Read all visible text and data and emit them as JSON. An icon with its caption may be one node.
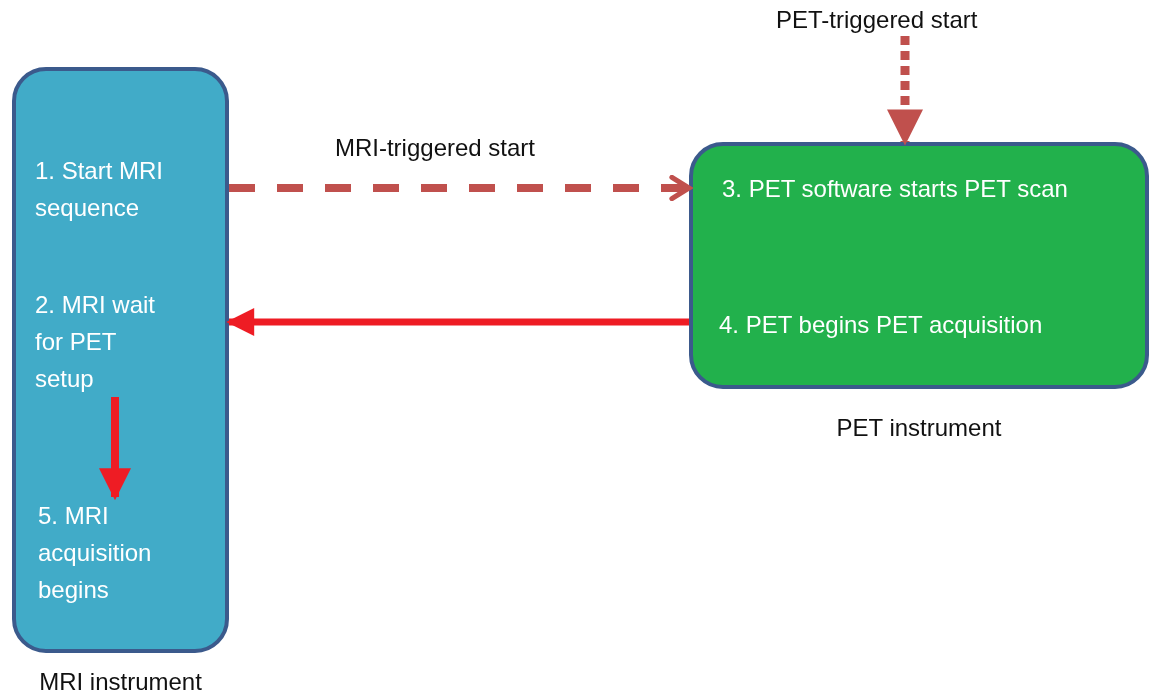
{
  "diagram": {
    "nodes": [
      {
        "text": [
          "MRI instrument"
        ]
      },
      {
        "text": [
          "1. Start MRI sequence"
        ],
        "in": 0
      },
      {
        "text": [
          "2. MRI wait for PET setup"
        ],
        "in": 0
      },
      {
        "text": [
          "5. MRI acquisition begins"
        ],
        "in": 0
      },
      {
        "text": [
          "PET instrument"
        ]
      },
      {
        "text": [
          "3. PET software starts PET scan"
        ],
        "in": 4
      },
      {
        "text": [
          "4. PET begins PET acquisition"
        ],
        "in": 4
      },
      {
        "text": [
          "PET-triggered start"
        ]
      }
    ],
    "edges": [
      {
        "from": 0,
        "to": 4,
        "arrow": "to",
        "label": "MRI-triggered start",
        "style": "dashed",
        "color": "#c0504d"
      },
      {
        "from": 4,
        "to": 0,
        "arrow": "to",
        "color": "#ee1c24"
      },
      {
        "from": 7,
        "to": 4,
        "arrow": "to",
        "style": "dashed",
        "color": "#c0504d"
      },
      {
        "from": 2,
        "to": 3,
        "arrow": "to",
        "color": "#ee1c24"
      }
    ]
  }
}
